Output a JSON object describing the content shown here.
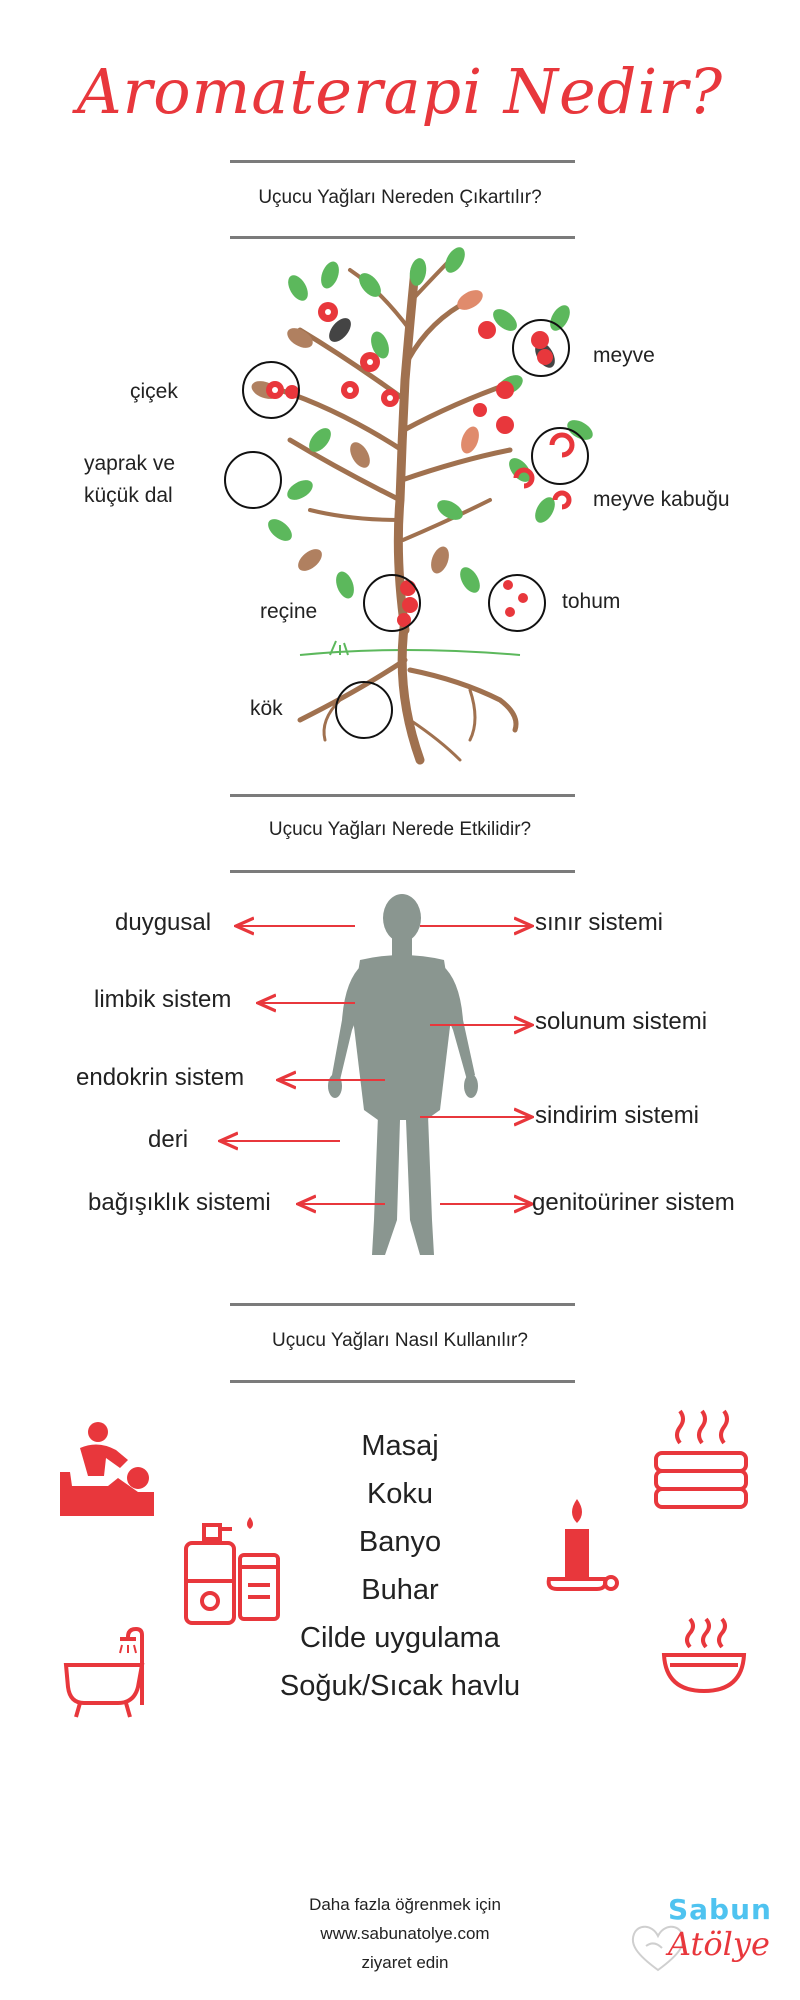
{
  "title": "Aromaterapi Nedir?",
  "sections": [
    {
      "heading": "Uçucu Yağları Nereden Çıkartılır?"
    },
    {
      "heading": "Uçucu Yağları Nerede Etkilidir?"
    },
    {
      "heading": "Uçucu Yağları Nasıl Kullanılır?"
    }
  ],
  "tree": {
    "labels": {
      "cicek": "çiçek",
      "yaprak_line1": "yaprak ve",
      "yaprak_line2": "küçük dal",
      "recine": "reçine",
      "kok": "kök",
      "meyve": "meyve",
      "meyve_kabugu": "meyve kabuğu",
      "tohum": "tohum"
    }
  },
  "body": {
    "left_labels": [
      "duygusal",
      "limbik sistem",
      "endokrin sistem",
      "deri",
      "bağışıklık sistemi"
    ],
    "right_labels": [
      "sınır sistemi",
      "solunum sistemi",
      "sindirim sistemi",
      "genitoüriner sistem"
    ]
  },
  "usage": {
    "items": [
      "Masaj",
      "Koku",
      "Banyo",
      "Buhar",
      "Cilde uygulama",
      "Soğuk/Sıcak havlu"
    ],
    "icons": [
      "massage-icon",
      "lotion-bottles-icon",
      "bathtub-icon",
      "hot-towels-icon",
      "candle-icon",
      "steaming-bowl-icon"
    ]
  },
  "footer": {
    "line1": "Daha fazla öğrenmek için",
    "line2": "www.sabunatolye.com",
    "line3": "ziyaret edin"
  },
  "brand": {
    "top": "Sabun",
    "bottom": "Atölye"
  },
  "colors": {
    "accent_red": "#e8373c",
    "rule_gray": "#7b7b7b",
    "figure_gray": "#8a9690",
    "brand_blue": "#4fc3f0",
    "leaf_green": "#5cb85c",
    "trunk_brown": "#a0714f"
  }
}
